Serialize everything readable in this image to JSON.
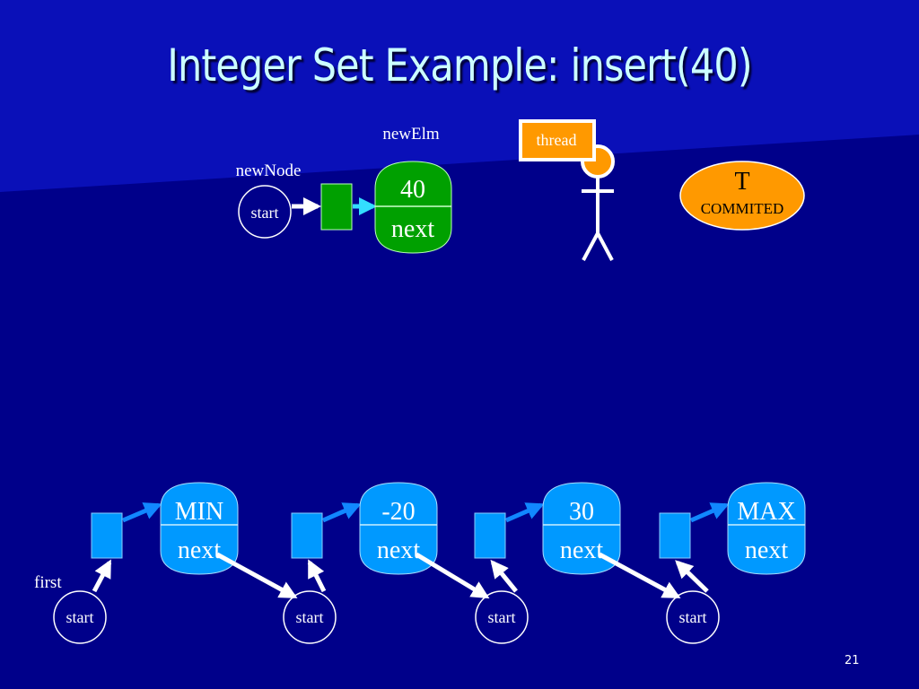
{
  "slide": {
    "title": "Integer Set Example: insert(40)",
    "page_number": "21"
  },
  "colors": {
    "background": "#00008a",
    "background_band": "#0a10b8",
    "title_text": "#ccffff",
    "list_node": "#0099ff",
    "new_node": "#00a000",
    "new_arrow": "#33ddff",
    "list_arrow": "#1188ff",
    "thread": "#ff9900",
    "white": "#ffffff"
  },
  "new_element": {
    "var_label": "newElm",
    "node_var_label": "newNode",
    "value": "40",
    "next_label": "next",
    "start_label": "start"
  },
  "thread": {
    "label": "thread"
  },
  "transaction": {
    "name": "T",
    "status": "COMMITED"
  },
  "list": {
    "first_label": "first",
    "nodes": [
      {
        "value": "MIN",
        "next_label": "next",
        "start_label": "start"
      },
      {
        "value": "-20",
        "next_label": "next",
        "start_label": "start"
      },
      {
        "value": "30",
        "next_label": "next",
        "start_label": "start"
      },
      {
        "value": "MAX",
        "next_label": "next",
        "start_label": "start"
      }
    ]
  }
}
